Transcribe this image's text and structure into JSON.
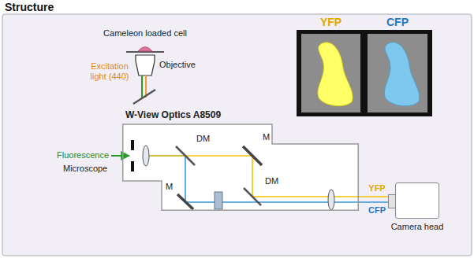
{
  "diagram": {
    "title": "Structure",
    "nodes": [
      {
        "text": [
          "YFP"
        ]
      },
      {
        "text": [
          "CFP"
        ]
      },
      {
        "text": [
          "W-View Optics A8509"
        ]
      },
      {
        "text": [
          "Camera head"
        ]
      }
    ],
    "edges": [
      {
        "from": 2,
        "to": 3,
        "arrow": "none",
        "label": "YFP"
      },
      {
        "from": 2,
        "to": 3,
        "arrow": "none",
        "label": "CFP"
      }
    ],
    "labels": [
      "Cameleon loaded cell",
      "Objective",
      "Excitation light (440)",
      "Fluorescence",
      "Microscope",
      "DM",
      "M",
      "DM",
      "M"
    ]
  }
}
